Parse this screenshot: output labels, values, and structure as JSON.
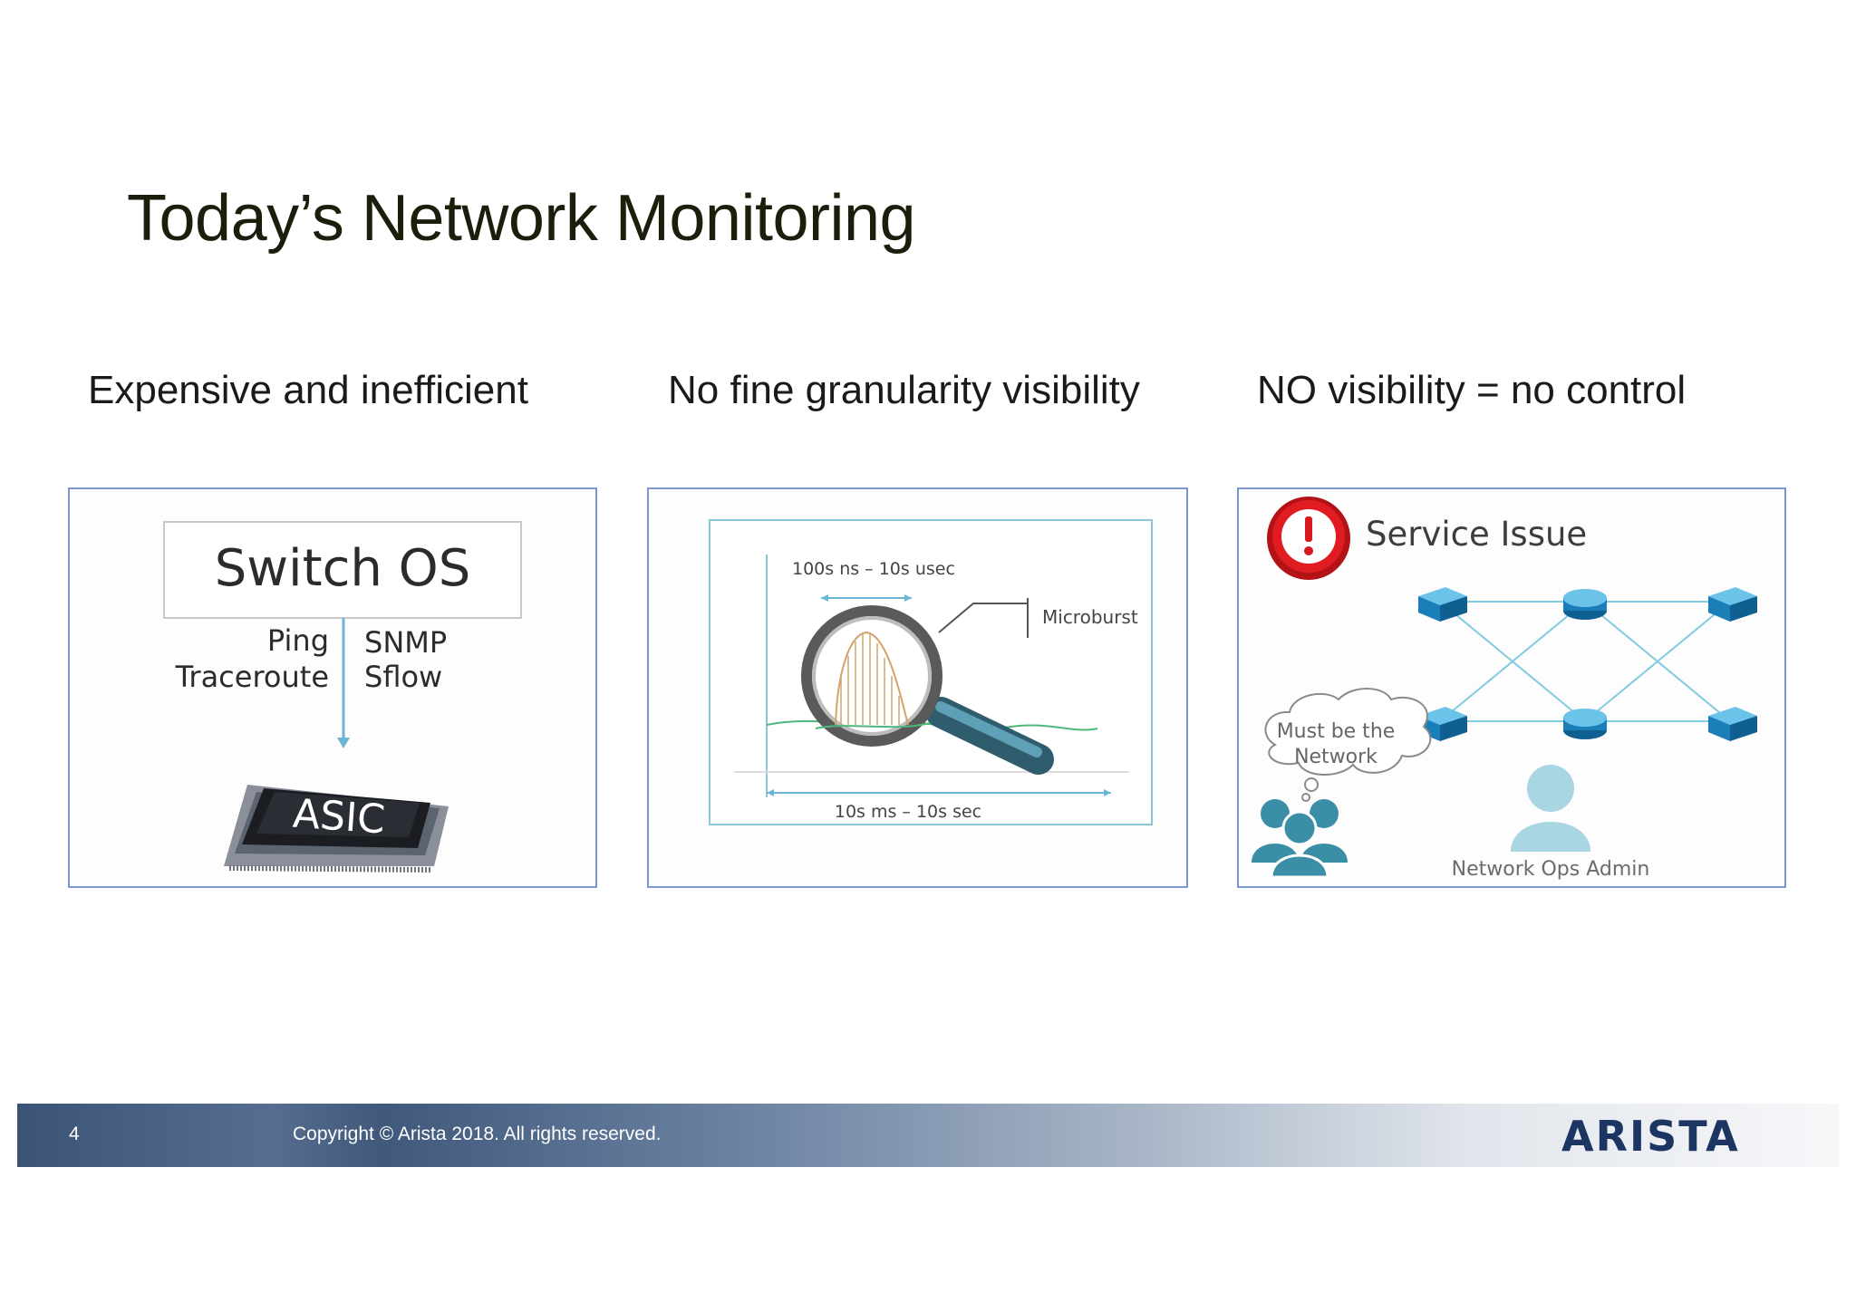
{
  "title": "Today’s Network Monitoring",
  "columns": [
    {
      "heading": "Expensive and inefficient",
      "diagram": {
        "box_label": "Switch OS",
        "left_labels": [
          "Ping",
          "Traceroute"
        ],
        "right_labels": [
          "SNMP",
          "Sflow"
        ],
        "chip_label": "ASIC"
      }
    },
    {
      "heading": "No fine granularity visibility",
      "diagram": {
        "top_range": "100s ns – 10s usec",
        "callout": "Microburst",
        "bottom_range": "10s ms – 10s sec"
      }
    },
    {
      "heading": "NO visibility = no control",
      "diagram": {
        "alert_title": "Service Issue",
        "thought_line1": "Must be the",
        "thought_line2": "Network",
        "admin_label": "Network Ops Admin"
      }
    }
  ],
  "footer": {
    "page_number": "4",
    "copyright": "Copyright © Arista 2018. All rights reserved.",
    "logo_text": "ARISTA"
  },
  "colors": {
    "panel_border": "#7c97d4",
    "accent_blue": "#6bb6d6",
    "device_blue": "#1a7fb8",
    "people_teal": "#3a8fa6",
    "alert_red": "#d8191f",
    "logo_navy": "#1d3563"
  }
}
